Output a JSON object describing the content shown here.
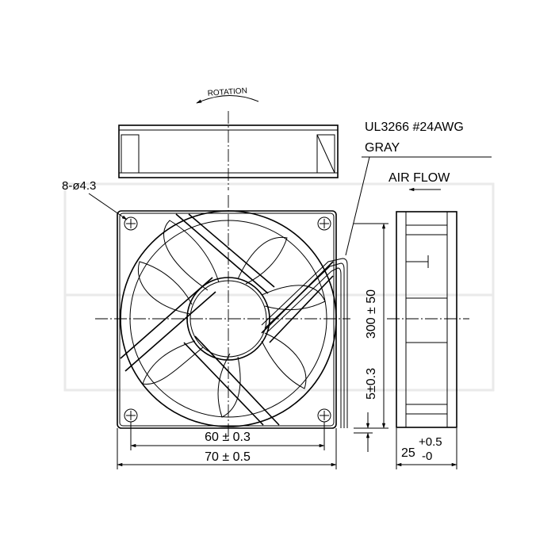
{
  "labels": {
    "rotation": "ROTATION",
    "cable_spec": "UL3266 #24AWG",
    "cable_color": "GRAY",
    "air_flow": "AIR FLOW",
    "mount_holes": "8-ø4.3"
  },
  "dimensions": {
    "hole_spacing": "60 ± 0.3",
    "frame_width": "70 ± 0.5",
    "lead_length": "300 ± 50",
    "lead_offset": "5±0.3",
    "depth_nominal": "25",
    "depth_tol_plus": "+0.5",
    "depth_tol_minus": "-0"
  },
  "colors": {
    "line": "#000000",
    "background": "#ffffff",
    "watermark": "#eaeaea"
  }
}
